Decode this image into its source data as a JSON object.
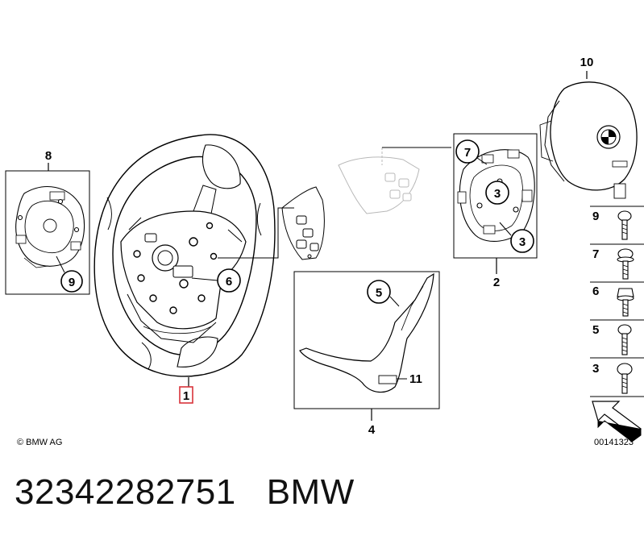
{
  "callouts": {
    "steering_wheel": "1",
    "bracket": "2",
    "screw_3": "3",
    "trim_cover": "4",
    "screw_5": "5",
    "screw_6": "6",
    "screw_7": "7",
    "clock_spring": "8",
    "screw_9": "9",
    "airbag": "10",
    "badge": "11"
  },
  "bolt_strip": [
    "9",
    "7",
    "6",
    "5",
    "3"
  ],
  "copyright": "© BMW AG",
  "drawing_number": "00141323",
  "footer": {
    "part_number": "32342282751",
    "brand": "BMW"
  },
  "colors": {
    "highlight_box": "#d9333a",
    "line": "#000000",
    "faded_line": "#b8b8b8"
  },
  "icons": [
    "navigation-arrow-icon",
    "bmw-roundel-icon"
  ]
}
